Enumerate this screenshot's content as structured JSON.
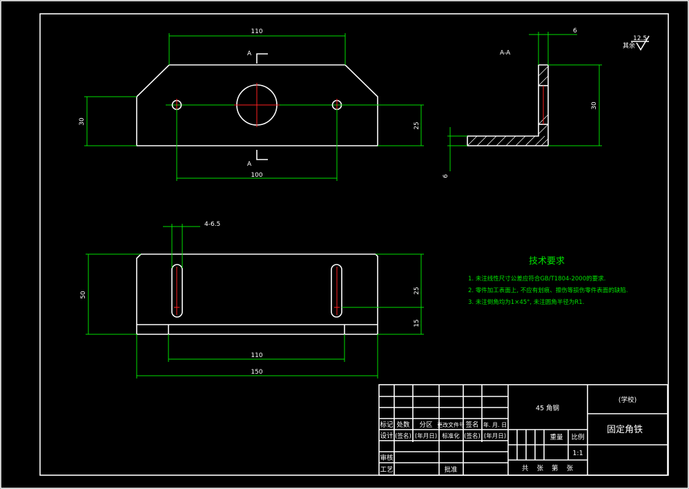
{
  "front_view": {
    "dim_top": "110",
    "dim_bottom": "100",
    "dim_left": "30",
    "dim_right": "25",
    "section_mark_top": "A",
    "section_mark_bottom": "A"
  },
  "section_view": {
    "label": "A-A",
    "dim_top": "6",
    "dim_right": "30",
    "dim_left": "6"
  },
  "roughness": {
    "value": "12.5",
    "label": "其余"
  },
  "top_view": {
    "hole_label": "4-6.5",
    "dim_left": "50",
    "dim_right_upper": "25",
    "dim_right_lower": "15",
    "dim_inner": "110",
    "dim_overall": "150"
  },
  "tech_requirements": {
    "title": "技术要求",
    "items": [
      "1. 未注线性尺寸公差应符合GB/T1804-2000的要求.",
      "2. 零件加工表面上, 不应有划痕、擦伤等损伤零件表面的缺陷.",
      "3. 未注倒角均为1×45°, 未注圆角半径为R1."
    ]
  },
  "title_block": {
    "material": "45  角钢",
    "school": "(学校)",
    "part_name": "固定角铁",
    "header_cells": [
      "标记",
      "处数",
      "分区",
      "更改文件号",
      "签名",
      "年. 月. 日"
    ],
    "design_row": [
      "设计",
      "(签名)",
      "(年月日)",
      "标准化",
      "(签名)",
      "(年月日)"
    ],
    "review": "审核",
    "process": "工艺",
    "approve": "批准",
    "weight": "重量",
    "scale": "比例",
    "scale_value": "1:1",
    "sheets": "共    张    第    张"
  }
}
